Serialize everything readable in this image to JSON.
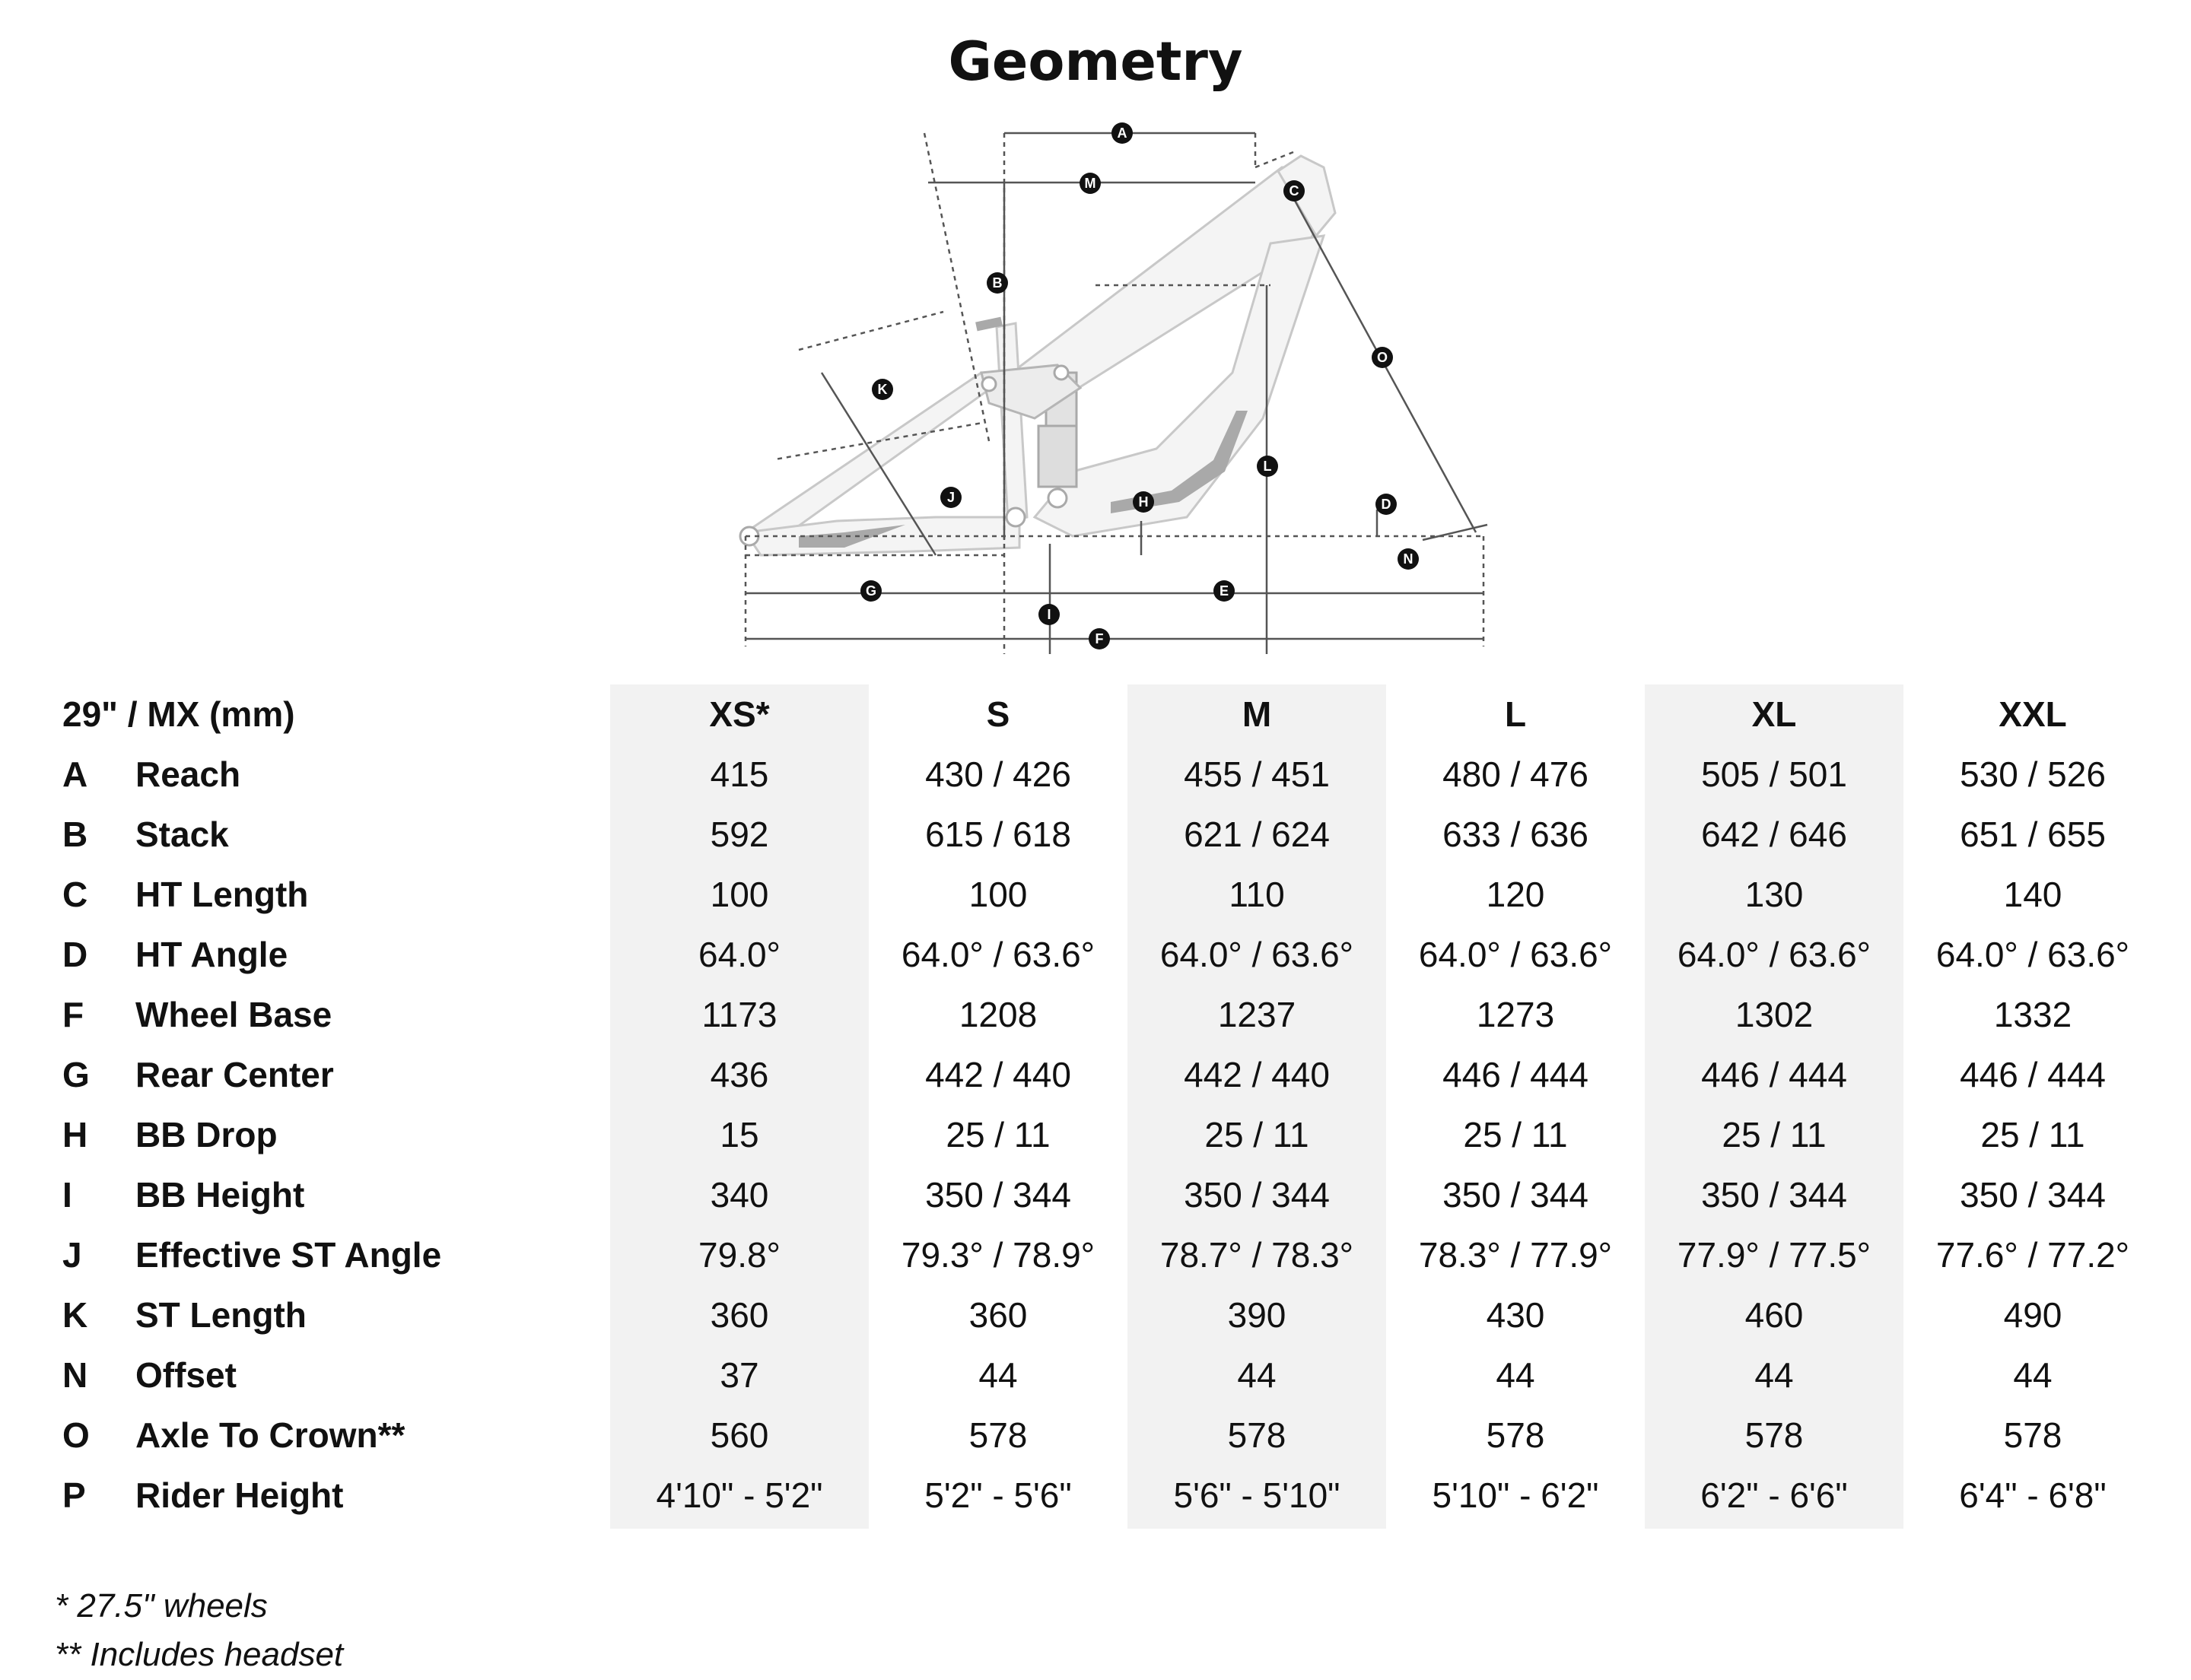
{
  "title": "Geometry",
  "diagram_labels": [
    "A",
    "B",
    "C",
    "D",
    "E",
    "F",
    "G",
    "H",
    "I",
    "J",
    "K",
    "L",
    "M",
    "N",
    "O"
  ],
  "table": {
    "unit_label": "29\" / MX (mm)",
    "sizes": [
      "XS*",
      "S",
      "M",
      "L",
      "XL",
      "XXL"
    ],
    "rows": [
      {
        "code": "A",
        "label": "Reach",
        "values": [
          "415",
          "430 / 426",
          "455 / 451",
          "480 / 476",
          "505 / 501",
          "530 / 526"
        ]
      },
      {
        "code": "B",
        "label": "Stack",
        "values": [
          "592",
          "615 / 618",
          "621 / 624",
          "633 / 636",
          "642 / 646",
          "651 / 655"
        ]
      },
      {
        "code": "C",
        "label": "HT Length",
        "values": [
          "100",
          "100",
          "110",
          "120",
          "130",
          "140"
        ]
      },
      {
        "code": "D",
        "label": "HT Angle",
        "values": [
          "64.0°",
          "64.0° / 63.6°",
          "64.0° / 63.6°",
          "64.0° / 63.6°",
          "64.0° / 63.6°",
          "64.0° / 63.6°"
        ]
      },
      {
        "code": "F",
        "label": "Wheel Base",
        "values": [
          "1173",
          "1208",
          "1237",
          "1273",
          "1302",
          "1332"
        ]
      },
      {
        "code": "G",
        "label": "Rear Center",
        "values": [
          "436",
          "442 / 440",
          "442 / 440",
          "446 / 444",
          "446 / 444",
          "446 / 444"
        ]
      },
      {
        "code": "H",
        "label": "BB Drop",
        "values": [
          "15",
          "25 / 11",
          "25 / 11",
          "25 / 11",
          "25 / 11",
          "25 / 11"
        ]
      },
      {
        "code": "I",
        "label": "BB Height",
        "values": [
          "340",
          "350 / 344",
          "350 / 344",
          "350 / 344",
          "350 / 344",
          "350 / 344"
        ]
      },
      {
        "code": "J",
        "label": "Effective ST Angle",
        "values": [
          "79.8°",
          "79.3° / 78.9°",
          "78.7° / 78.3°",
          "78.3° / 77.9°",
          "77.9° / 77.5°",
          "77.6° / 77.2°"
        ]
      },
      {
        "code": "K",
        "label": "ST Length",
        "values": [
          "360",
          "360",
          "390",
          "430",
          "460",
          "490"
        ]
      },
      {
        "code": "N",
        "label": "Offset",
        "values": [
          "37",
          "44",
          "44",
          "44",
          "44",
          "44"
        ]
      },
      {
        "code": "O",
        "label": "Axle To Crown**",
        "values": [
          "560",
          "578",
          "578",
          "578",
          "578",
          "578"
        ]
      },
      {
        "code": "P",
        "label": "Rider Height",
        "values": [
          "4'10\" - 5'2\"",
          "5'2\" - 5'6\"",
          "5'6\" - 5'10\"",
          "5'10\" - 6'2\"",
          "6'2\" - 6'6\"",
          "6'4\" - 6'8\""
        ]
      }
    ]
  },
  "footnotes": [
    "* 27.5\" wheels",
    "** Includes headset"
  ],
  "colors": {
    "shade": "#f2f2f2",
    "text": "#111111",
    "frame_fill": "#f4f4f4",
    "frame_stroke": "#c8c8c8",
    "frame_accent": "#a9a9a9"
  }
}
